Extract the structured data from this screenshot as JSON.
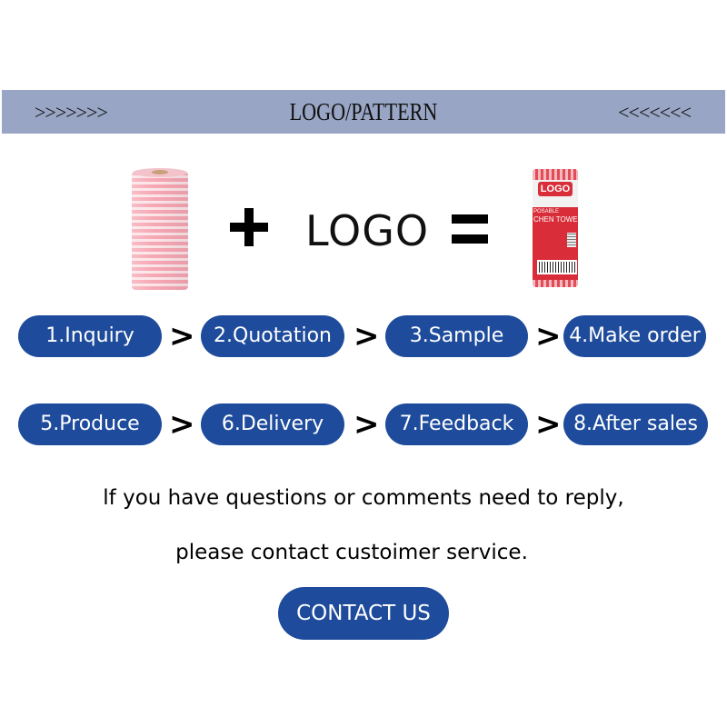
{
  "banner": {
    "arrows_left": ">>>>>>>",
    "title": "LOGO/PATTERN",
    "arrows_right": "<<<<<<<",
    "background": "#98a5c4"
  },
  "equation": {
    "plus": "+",
    "logo_text": "LOGO",
    "equals": "=",
    "product_plain": "pink-wavy-cleaning-roll",
    "product_branded": {
      "badge": "LOGO",
      "line1": "POSABLE",
      "line2": "CHEN TOWE"
    }
  },
  "steps": {
    "row1": [
      {
        "label": "1.Inquiry"
      },
      {
        "label": "2.Quotation"
      },
      {
        "label": "3.Sample"
      },
      {
        "label": "4.Make order"
      }
    ],
    "row2": [
      {
        "label": "5.Produce"
      },
      {
        "label": "6.Delivery"
      },
      {
        "label": "7.Feedback"
      },
      {
        "label": "8.After sales"
      }
    ],
    "separator": ">",
    "pill_color": "#1e4b9b"
  },
  "message": {
    "line1": "lf you have questions or comments need to reply,",
    "line2": "please contact custoimer service."
  },
  "contact_button": {
    "label": "CONTACT US"
  }
}
